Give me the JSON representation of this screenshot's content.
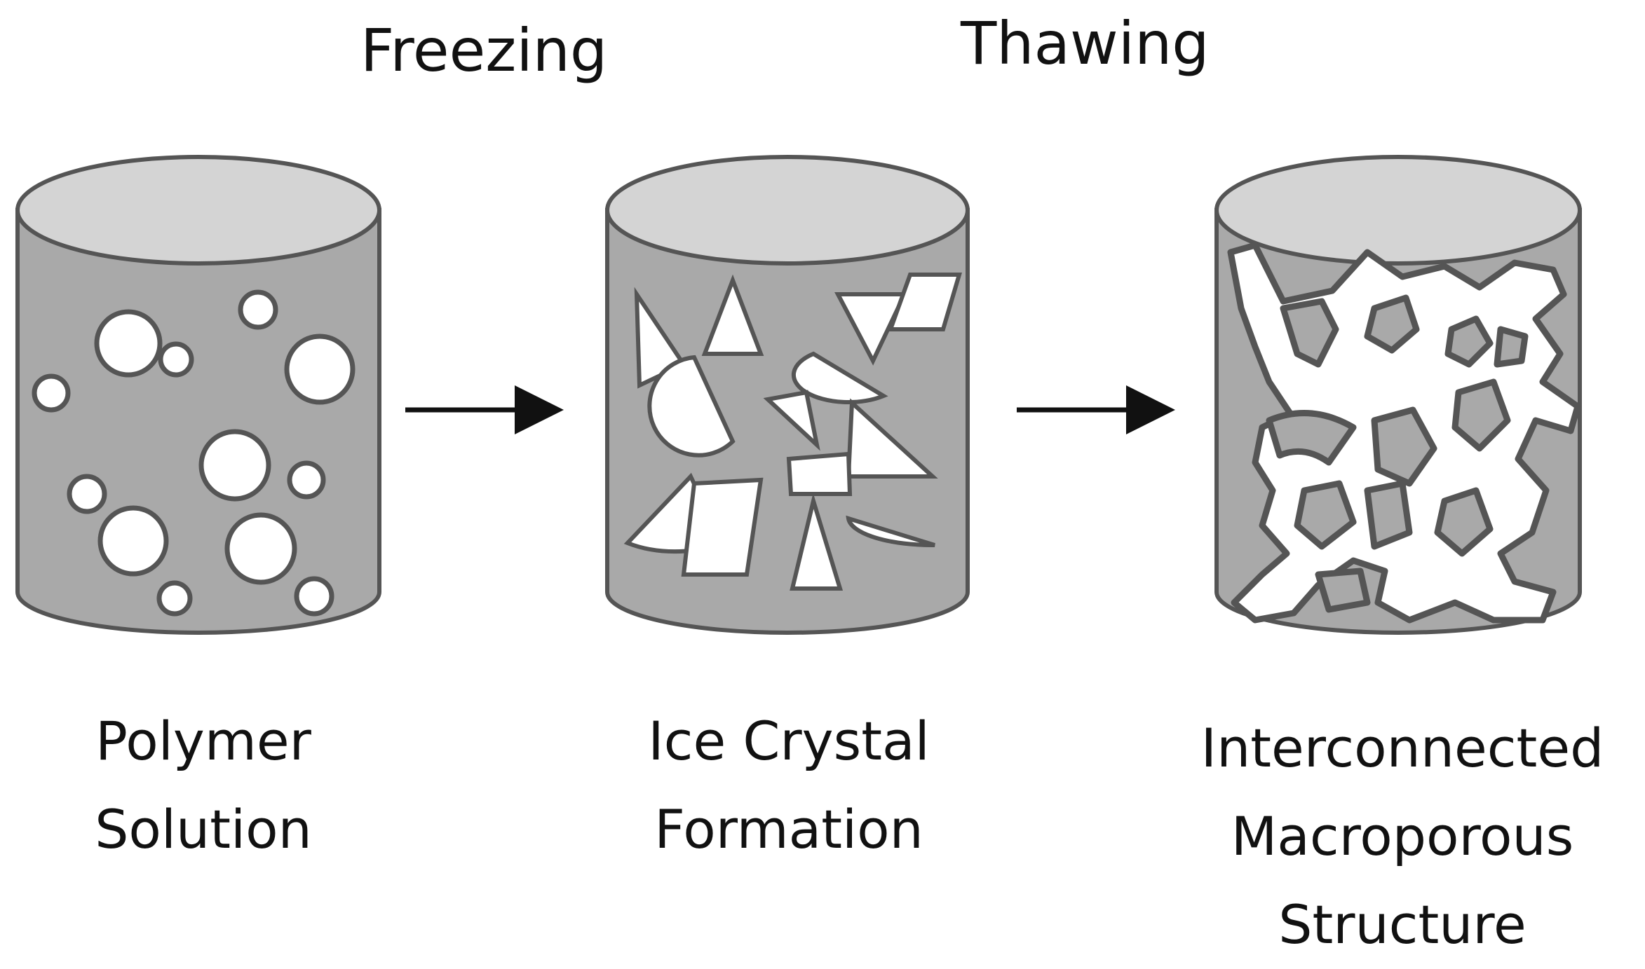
{
  "header": {
    "freezing_label": "Freezing",
    "thawing_label": "Thawing"
  },
  "stages": [
    {
      "caption_lines": [
        "Polymer",
        "Solution"
      ]
    },
    {
      "caption_lines": [
        "Ice Crystal",
        "Formation"
      ]
    },
    {
      "caption_lines": [
        "Interconnected",
        "Macroporous",
        "Structure"
      ]
    }
  ],
  "colors": {
    "cylinder_body": "#a9a9a9",
    "cylinder_top": "#d4d4d4",
    "outline": "#555555",
    "pore_fill": "#ffffff",
    "arrow": "#111111"
  }
}
